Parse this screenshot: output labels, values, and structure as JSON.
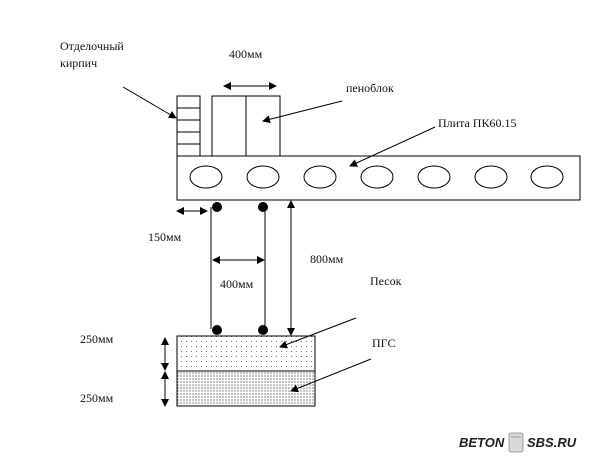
{
  "labels": {
    "brick": "Отделочный кирпич",
    "brick_line1": "Отделочный",
    "brick_line2": "кирпич",
    "block": "пеноблок",
    "slab": "Плита ПК60.15",
    "sand": "Песок",
    "pgs": "ПГС"
  },
  "dimensions": {
    "block_width": "400мм",
    "overhang": "150мм",
    "column_spacing": "400мм",
    "pile_height": "800мм",
    "sand_layer": "250мм",
    "pgs_layer": "250мм"
  },
  "watermark": {
    "left": "BETON",
    "right": "SBS.RU"
  }
}
